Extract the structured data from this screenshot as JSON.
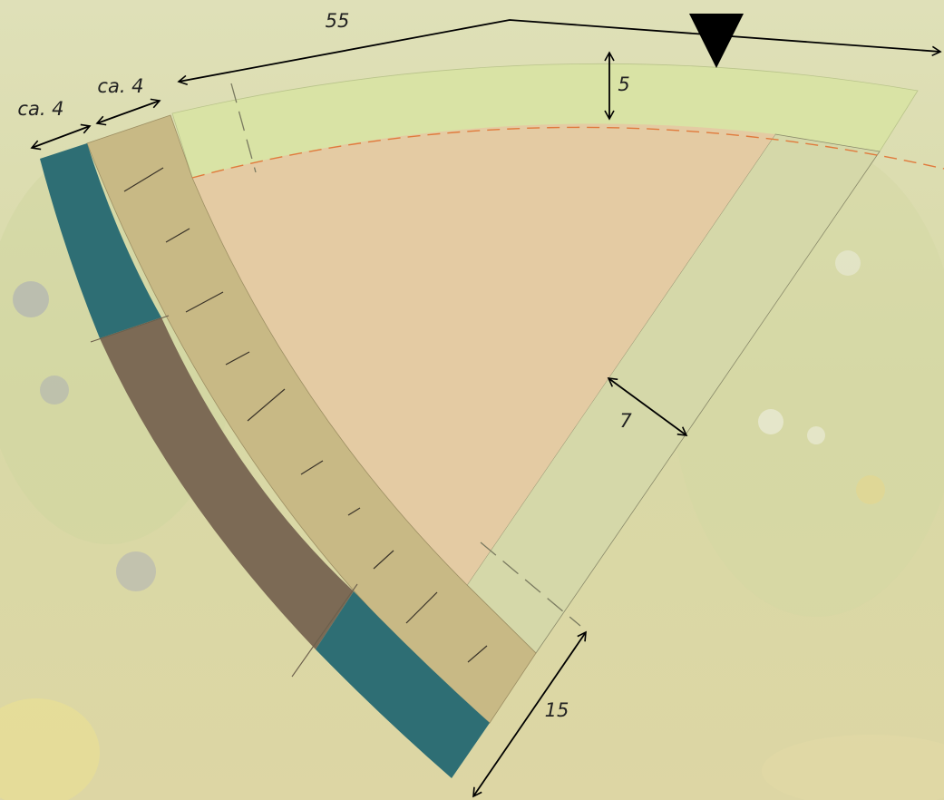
{
  "dimensions": {
    "top_width": "55",
    "cover_thickness": "5",
    "left_outer_layer": "ca. 4",
    "left_inner_layer": "ca. 4",
    "right_band": "7",
    "bottom_width": "15"
  },
  "icons": {
    "water_level": "water-level-triangle-icon"
  },
  "colors": {
    "meadow_background": "#d9d9a8",
    "topsoil_cover": "#d9e3a5",
    "core_fill": "#e4cba3",
    "right_drain_band": "#d5d8a9",
    "inner_mineral_layer": "#c8b985",
    "outer_teal_layer": "#2e6e74",
    "outer_brown_layer": "#7c6a55",
    "dashed_boundary": "#e07a3c"
  }
}
